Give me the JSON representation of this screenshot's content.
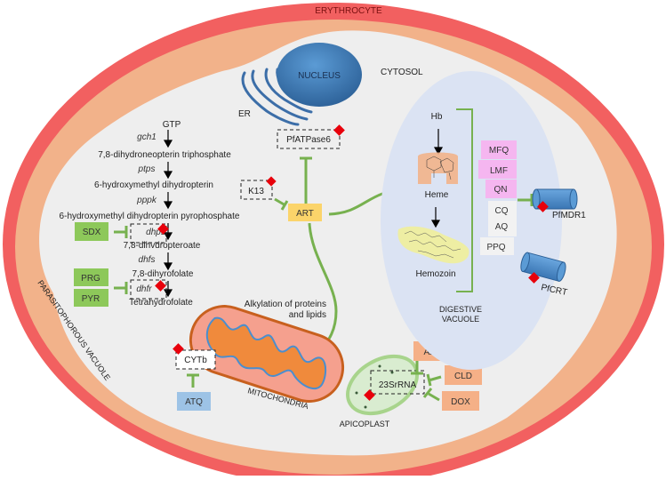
{
  "labels": {
    "erythrocyte": "ERYTHROCYTE",
    "cytosol": "CYTOSOL",
    "nucleus": "NUCLEUS",
    "er": "ER",
    "parasitophorous_vacuole": "PARASITOPHOROUS VACUOLE",
    "digestive_vacuole_line1": "DIGESTIVE",
    "digestive_vacuole_line2": "VACUOLE",
    "mitochondria": "MITOCHONDRIA",
    "apicoplast": "APICOPLAST",
    "alkylation_line1": "Alkylation of proteins",
    "alkylation_line2": "and lipids"
  },
  "folate_pathway": {
    "metabolites": [
      "GTP",
      "7,8-dihydroneopterin triphosphate",
      "6-hydroxymethyl dihydropterin",
      "6-hydroxymethyl dihydropterin pyrophosphate",
      "7,8-dihvdropteroate",
      "7,8-dihyrofolate",
      "Tetrahydrofolate"
    ],
    "enzymes": [
      "gch1",
      "ptps",
      "pppk",
      "dhps",
      "dhfs",
      "dhfr"
    ]
  },
  "targets": {
    "pfatpase6": "PfATPase6",
    "k13": "K13",
    "cytb": "CYTb",
    "srrna": "23SrRNA",
    "pfmdr1": "PfMDR1",
    "pfcrt": "PfCRT"
  },
  "digestive": {
    "hb": "Hb",
    "heme": "Heme",
    "hemozoin": "Hemozoin"
  },
  "drugs": {
    "sdx": "SDX",
    "prg": "PRG",
    "pyr": "PYR",
    "art": "ART",
    "atq": "ATQ",
    "azt": "AZT",
    "cld": "CLD",
    "dox": "DOX",
    "mfq": "MFQ",
    "lmf": "LMF",
    "qn": "QN",
    "cq": "CQ",
    "aq": "AQ",
    "ppq": "PPQ"
  },
  "colors": {
    "membrane_red": "#f26060",
    "vacuole_orange": "#f2b28a",
    "cytosol_grey": "#eeeeee",
    "inhibit_green": "#77b14f",
    "drug_green": "#8dc85a",
    "drug_yellow": "#fbd46a",
    "drug_blue": "#9dc3e6",
    "drug_orange": "#f5b087",
    "drug_pink": "#f5b6f0",
    "mutation_red": "#e8000b",
    "nucleus_blue": "#3b78b8"
  }
}
